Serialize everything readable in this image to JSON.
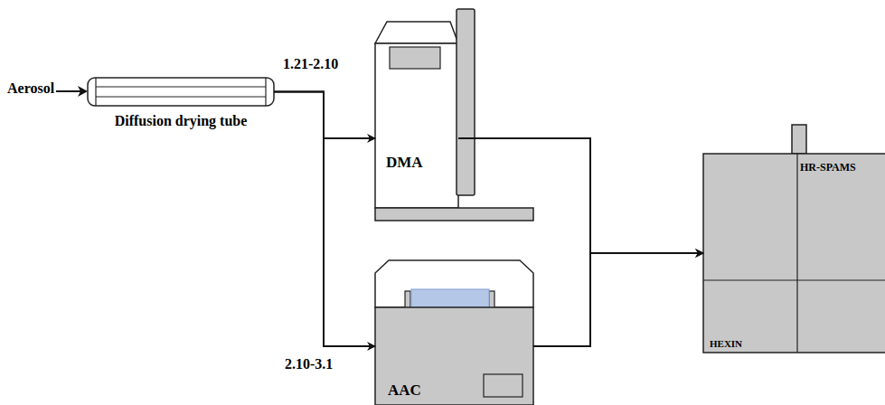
{
  "diagram": {
    "nodes": [
      {
        "text": [
          "Diffusion drying tube"
        ]
      },
      {
        "text": [
          "DMA"
        ]
      },
      {
        "text": [
          "AAC"
        ]
      },
      {
        "text": [
          "HR-SPAMS",
          "HEXIN"
        ]
      }
    ],
    "edges": [
      {
        "from": 0,
        "to": 1,
        "arrow": "to",
        "label": "1.21-2.10"
      },
      {
        "from": 0,
        "to": 2,
        "arrow": "to",
        "label": "2.10-3.1"
      },
      {
        "from": 1,
        "to": 3,
        "arrow": "to"
      },
      {
        "from": 2,
        "to": 3,
        "arrow": "to"
      }
    ],
    "labels": [
      "Aerosol"
    ]
  }
}
